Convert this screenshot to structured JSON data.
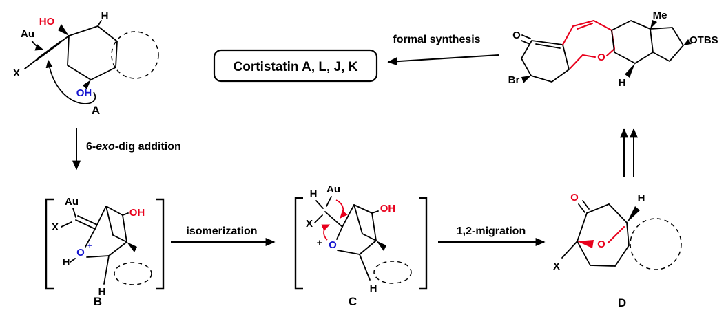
{
  "colors": {
    "red": "#e8001c",
    "blue": "#1414cf",
    "ink": "#000000",
    "background": "#ffffff"
  },
  "cortistatin_box": {
    "label": "Cortistatin A, L, J, K"
  },
  "arrow_labels": {
    "formal_synthesis": "formal synthesis",
    "exo_dig_prefix": "6-",
    "exo_dig_italic": "exo",
    "exo_dig_suffix": "-dig addition",
    "isomerization": "isomerization",
    "migration_12": "1,2-migration"
  },
  "structure_a": {
    "label": "A",
    "atoms": {
      "ho": "HO",
      "h": "H",
      "au": "Au",
      "x": "X",
      "oh": "OH"
    }
  },
  "structure_b": {
    "label": "B",
    "atoms": {
      "au": "Au",
      "x": "X",
      "oh": "OH",
      "o": "O",
      "charge": "+",
      "h_on_o": "H",
      "h_bottom": "H"
    }
  },
  "structure_c": {
    "label": "C",
    "atoms": {
      "h_top": "H",
      "au": "Au",
      "x": "X",
      "charge": "+",
      "o": "O",
      "oh": "OH",
      "h_bottom": "H"
    }
  },
  "structure_d": {
    "label": "D",
    "atoms": {
      "o_ketone": "O",
      "x": "X",
      "o_bridge": "O",
      "h": "H"
    }
  },
  "product": {
    "atoms": {
      "o_ketone": "O",
      "br": "Br",
      "o_bridge": "O",
      "me": "Me",
      "otbs": "OTBS",
      "h": "H"
    }
  }
}
